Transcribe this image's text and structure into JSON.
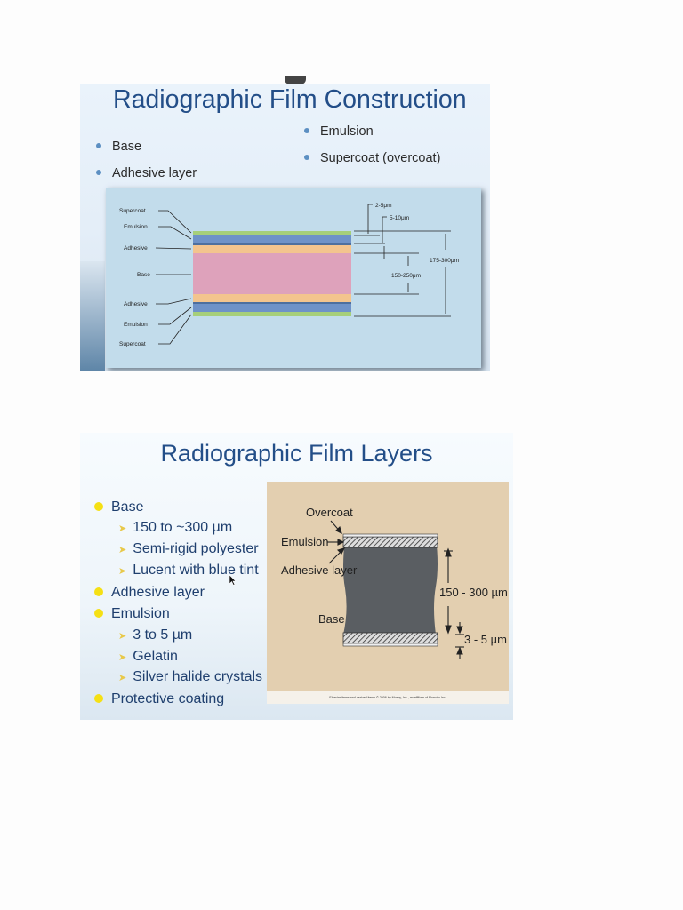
{
  "slide1": {
    "title": "Radiographic Film Construction",
    "bullets_left": [
      "Base",
      "Adhesive layer"
    ],
    "bullets_right": [
      "Emulsion",
      "Supercoat (overcoat)"
    ],
    "figure": {
      "left_labels": [
        "Supercoat",
        "Emulsion",
        "Adhesive",
        "Base",
        "Adhesive",
        "Emulsion",
        "Supercoat"
      ],
      "dimensions": [
        "2-5μm",
        "5-10μm",
        "150-250μm",
        "175-300μm"
      ],
      "layer_colors": {
        "supercoat": "#a6cf7a",
        "emulsion": "#6e92c8",
        "adhesive": "#f3c48e",
        "base": "#dea2bb"
      }
    }
  },
  "slide2": {
    "title": "Radiographic Film Layers",
    "bullets": [
      {
        "level": 1,
        "text": "Base"
      },
      {
        "level": 2,
        "text": "150 to ~300 µm"
      },
      {
        "level": 2,
        "text": "Semi-rigid polyester"
      },
      {
        "level": 2,
        "text": "Lucent with blue tint"
      },
      {
        "level": 1,
        "text": "Adhesive layer"
      },
      {
        "level": 1,
        "text": "Emulsion"
      },
      {
        "level": 2,
        "text": "3 to 5 µm"
      },
      {
        "level": 2,
        "text": "Gelatin"
      },
      {
        "level": 2,
        "text": "Silver halide crystals"
      },
      {
        "level": 1,
        "text": "Protective coating"
      }
    ],
    "figure": {
      "labels": {
        "overcoat": "Overcoat",
        "emulsion": "Emulsion",
        "adhesive": "Adhesive layer",
        "base": "Base",
        "thickness_total": "150 - 300 µm",
        "thickness_emulsion": "3 - 5 µm"
      },
      "credit": "Elsevier items and derived items © 2006 by Mosby, Inc., an affiliate of Elsevier Inc."
    }
  }
}
